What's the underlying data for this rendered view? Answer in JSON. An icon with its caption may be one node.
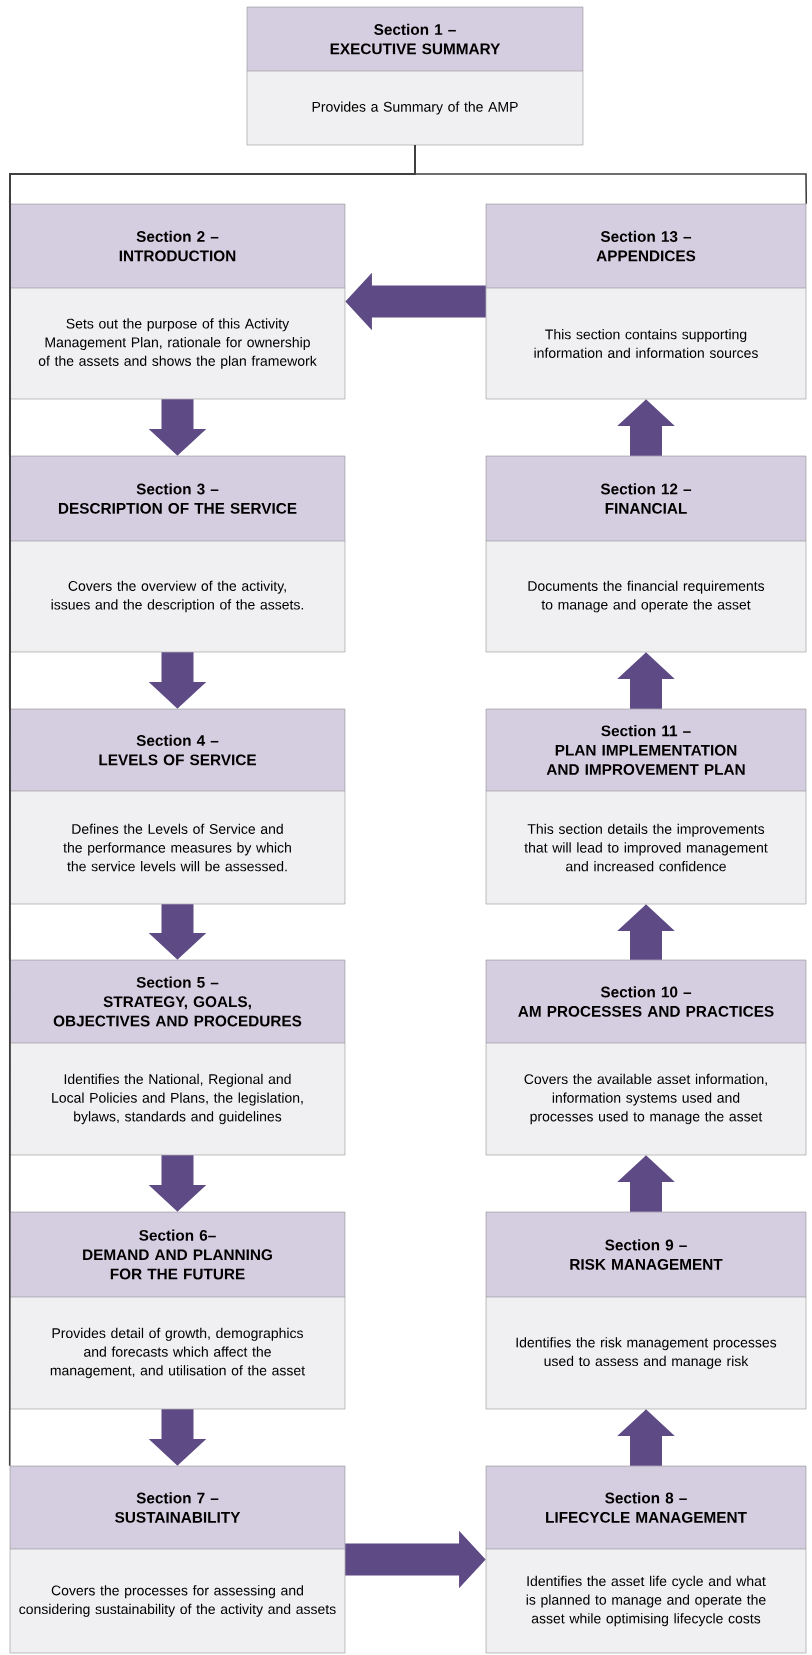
{
  "diagram": {
    "nodes": [
      {
        "text": [
          "Section 1 –",
          "EXECUTIVE SUMMARY",
          "Provides a Summary of the AMP"
        ]
      },
      {
        "text": [
          "Section 2 –",
          "INTRODUCTION",
          "Sets out the purpose of this Activity Management Plan, rationale for ownership of the assets and shows the plan framework"
        ]
      },
      {
        "text": [
          "Section 3 –",
          "DESCRIPTION OF THE SERVICE",
          "Covers the overview of the activity, issues and the description of the assets."
        ]
      },
      {
        "text": [
          "Section 4 –",
          "LEVELS OF SERVICE",
          "Defines the Levels of Service and the performance measures by which the service levels will be assessed."
        ]
      },
      {
        "text": [
          "Section 5 –",
          "STRATEGY, GOALS, OBJECTIVES AND PROCEDURES",
          "Identifies the National, Regional and Local Policies and Plans, the legislation, bylaws, standards and guidelines"
        ]
      },
      {
        "text": [
          "Section 6–",
          "DEMAND AND PLANNING FOR THE FUTURE",
          "Provides detail of growth, demographics and forecasts which affect the management, and utilisation of the asset"
        ]
      },
      {
        "text": [
          "Section 7 –",
          "SUSTAINABILITY",
          "Covers the processes for assessing and considering sustainability of the activity and assets"
        ]
      },
      {
        "text": [
          "Section 8 –",
          "LIFECYCLE MANAGEMENT",
          "Identifies the asset life cycle and what is planned to manage and operate the asset while optimising lifecycle costs"
        ]
      },
      {
        "text": [
          "Section 9 –",
          "RISK MANAGEMENT",
          "Identifies the risk management processes used to assess and manage risk"
        ]
      },
      {
        "text": [
          "Section 10 –",
          "AM PROCESSES AND PRACTICES",
          "Covers the available asset information, information systems used and processes used to manage the asset"
        ]
      },
      {
        "text": [
          "Section 11 –",
          "PLAN IMPLEMENTATION AND IMPROVEMENT PLAN",
          "This section details the improvements that will lead to improved management and increased confidence"
        ]
      },
      {
        "text": [
          "Section 12 –",
          "FINANCIAL",
          "Documents the financial requirements to manage and operate the asset"
        ]
      },
      {
        "text": [
          "Section 13 –",
          "APPENDICES",
          "This section contains supporting information and information sources"
        ]
      }
    ],
    "edges": [
      {
        "from": 0,
        "to": 1,
        "arrow": "none"
      },
      {
        "from": 0,
        "to": 2,
        "arrow": "none"
      },
      {
        "from": 0,
        "to": 3,
        "arrow": "none"
      },
      {
        "from": 0,
        "to": 4,
        "arrow": "none"
      },
      {
        "from": 0,
        "to": 5,
        "arrow": "none"
      },
      {
        "from": 0,
        "to": 6,
        "arrow": "none"
      },
      {
        "from": 0,
        "to": 12,
        "arrow": "none"
      },
      {
        "from": 1,
        "to": 2,
        "arrow": "to"
      },
      {
        "from": 2,
        "to": 3,
        "arrow": "to"
      },
      {
        "from": 3,
        "to": 4,
        "arrow": "to"
      },
      {
        "from": 4,
        "to": 5,
        "arrow": "to"
      },
      {
        "from": 5,
        "to": 6,
        "arrow": "to"
      },
      {
        "from": 6,
        "to": 7,
        "arrow": "to"
      },
      {
        "from": 7,
        "to": 8,
        "arrow": "to"
      },
      {
        "from": 8,
        "to": 9,
        "arrow": "to"
      },
      {
        "from": 9,
        "to": 10,
        "arrow": "to"
      },
      {
        "from": 10,
        "to": 11,
        "arrow": "to"
      },
      {
        "from": 11,
        "to": 12,
        "arrow": "to"
      },
      {
        "from": 12,
        "to": 1,
        "arrow": "to"
      }
    ]
  }
}
